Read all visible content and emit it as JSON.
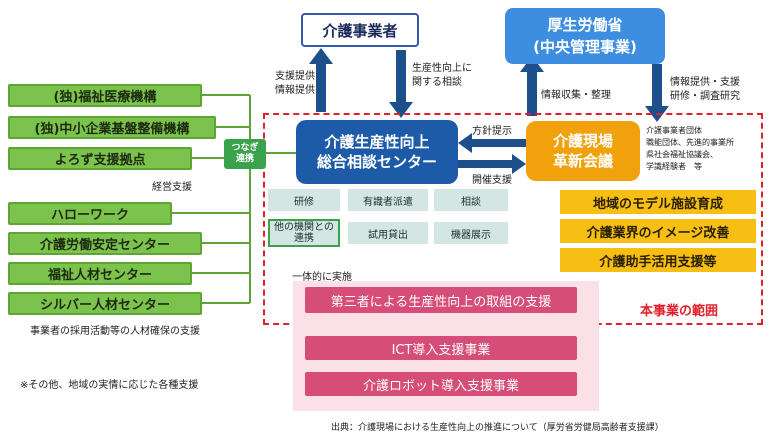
{
  "top": {
    "providers": "介護事業者",
    "ministry_line1": "厚生労働省",
    "ministry_line2": "(中央管理事業)"
  },
  "arrow_labels": {
    "support_provide": [
      "支援提供",
      "情報提供"
    ],
    "consult": [
      "生産性向上に",
      "関する相談"
    ],
    "info_collect": "情報収集・整理",
    "ministry_support": [
      "情報提供・支援",
      "研修・調査研究"
    ],
    "policy": "方針提示",
    "host": "開催支援",
    "management": "経営支援",
    "link": [
      "つなぎ",
      "連携"
    ]
  },
  "left_boxes": [
    "(独)福祉医療機構",
    "(独)中小企業基盤整備機構",
    "よろず支援拠点",
    "ハローワーク",
    "介護労働安定センター",
    "福祉人材センター",
    "シルバー人材センター"
  ],
  "left_note": "事業者の採用活動等の人材確保の支援",
  "bottom_note": "※その他、地域の実情に応じた各種支援",
  "center": {
    "line1": "介護生産性向上",
    "line2": "総合相談センター"
  },
  "services": [
    "研修",
    "有識者派遣",
    "相談",
    "他の機関との連携",
    "試用貸出",
    "機器展示"
  ],
  "council": {
    "line1": "介護現場",
    "line2": "革新会議",
    "members": [
      "介護事業者団体",
      "職能団体、先進的事業所",
      "県社会福祉協議会、",
      "学識経験者　等"
    ]
  },
  "yellow_items": [
    "地域のモデル施設育成",
    "介護業界のイメージ改善",
    "介護助手活用支援等"
  ],
  "integrated": "一体的に実施",
  "pink_items": [
    "第三者による生産性向上の取組の支援",
    "ICT導入支援事業",
    "介護ロボット導入支援事業"
  ],
  "scope_label": "本事業の範囲",
  "source": "出典：介護現場における生産性向上の推進について（厚労省労健局高齢者支援課）",
  "colors": {
    "green": "#7cc34e",
    "navy": "#1d5aa8",
    "orange": "#f0a10c",
    "yellow": "#f7bf13",
    "pink": "#d54d78",
    "red_dash": "#e0202a"
  }
}
